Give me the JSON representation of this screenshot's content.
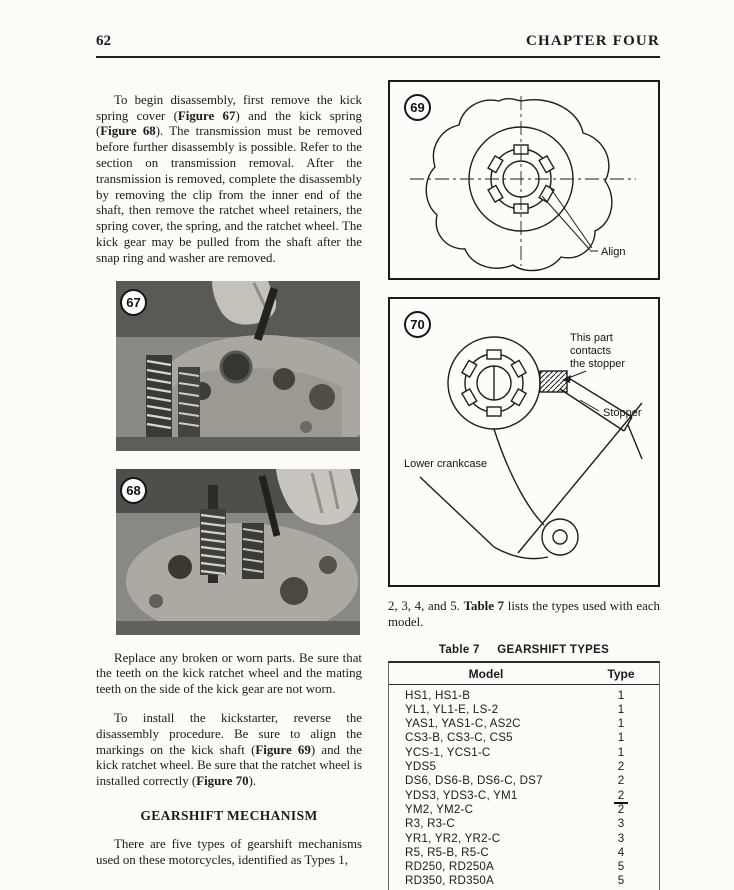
{
  "header": {
    "page_number": "62",
    "chapter_title": "CHAPTER FOUR"
  },
  "left_column": {
    "para1": [
      {
        "t": "To begin disassembly, first remove the kick spring cover ("
      },
      {
        "t": "Figure 67",
        "b": true
      },
      {
        "t": ") and the kick spring ("
      },
      {
        "t": "Figure 68",
        "b": true
      },
      {
        "t": "). The transmission must be removed before further disassembly is possible. Refer to the section on transmission removal. After the transmission is removed, complete the disassembly by removing the clip from the inner end of the shaft, then remove the ratchet wheel retainers, the spring cover, the spring, and the ratchet wheel. The kick gear may be pulled from the shaft after the snap ring and washer are removed."
      }
    ],
    "para2": [
      {
        "t": "Replace any broken or worn parts. Be sure that the teeth on the kick ratchet wheel and the mating teeth on the side of the kick gear are not worn."
      }
    ],
    "para3": [
      {
        "t": "To install the kickstarter, reverse the disassembly procedure. Be sure to align the markings on the kick shaft ("
      },
      {
        "t": "Figure 69",
        "b": true
      },
      {
        "t": ") and the kick ratchet wheel. Be sure that the ratchet wheel is installed correctly ("
      },
      {
        "t": "Figure 70",
        "b": true
      },
      {
        "t": ")."
      }
    ],
    "section_heading": "GEARSHIFT MECHANISM",
    "para4": [
      {
        "t": "There are five types of gearshift mechanisms used on these motorcycles, identified as Types 1,"
      }
    ]
  },
  "right_column": {
    "para_continuation": [
      {
        "t": "2, 3, 4, and 5. "
      },
      {
        "t": "Table 7",
        "b": true
      },
      {
        "t": " lists the types used with each model."
      }
    ]
  },
  "figures": {
    "fig67": {
      "number": "67"
    },
    "fig68": {
      "number": "68"
    },
    "fig69": {
      "number": "69",
      "align_label": "Align"
    },
    "fig70": {
      "number": "70",
      "contact_line1": "This part",
      "contact_line2": "contacts",
      "contact_line3": "the stopper",
      "stopper_label": "Stopper",
      "crankcase_label": "Lower crankcase"
    }
  },
  "table": {
    "caption_label": "Table 7",
    "caption_title": "GEARSHIFT TYPES",
    "columns": [
      "Model",
      "Type"
    ],
    "rows": [
      {
        "model": "HS1, HS1-B",
        "type": "1"
      },
      {
        "model": "YL1, YL1-E, LS-2",
        "type": "1"
      },
      {
        "model": "YAS1, YAS1-C, AS2C",
        "type": "1"
      },
      {
        "model": "CS3-B, CS3-C, CS5",
        "type": "1"
      },
      {
        "model": "YCS-1, YCS1-C",
        "type": "1"
      },
      {
        "model": "YDS5",
        "type": "2"
      },
      {
        "model": "DS6, DS6-B, DS6-C, DS7",
        "type": "2"
      },
      {
        "model": "YDS3, YDS3-C, YM1",
        "type": "2",
        "underline": true
      },
      {
        "model": "YM2, YM2-C",
        "type": "2"
      },
      {
        "model": "R3, R3-C",
        "type": "3"
      },
      {
        "model": "YR1, YR2, YR2-C",
        "type": "3"
      },
      {
        "model": "R5, R5-B, R5-C",
        "type": "4"
      },
      {
        "model": "RD250, RD250A",
        "type": "5"
      },
      {
        "model": "RD350, RD350A",
        "type": "5"
      }
    ]
  }
}
